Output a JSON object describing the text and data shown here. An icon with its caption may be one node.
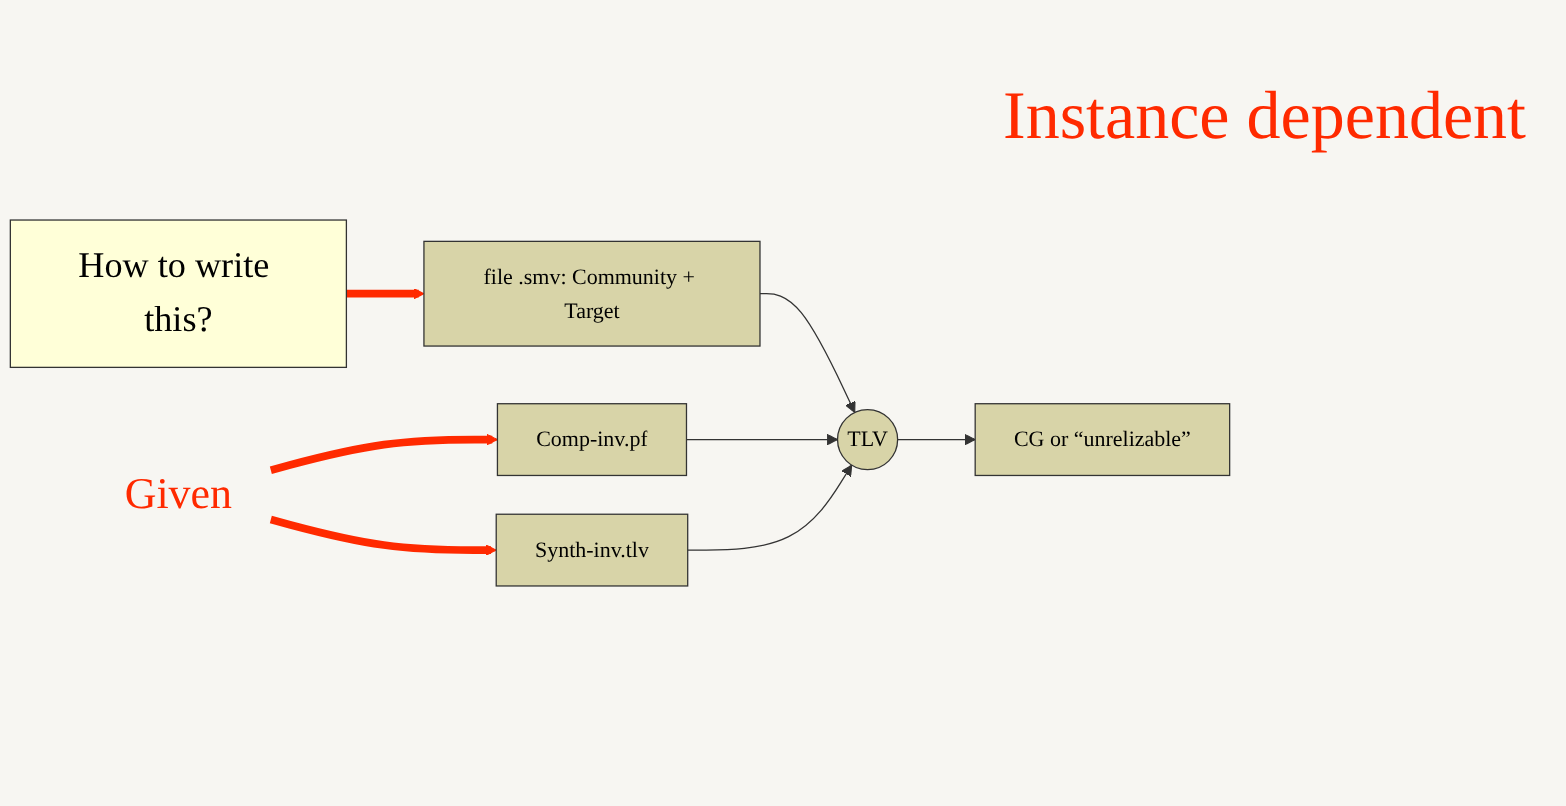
{
  "diagram": {
    "nodes": [
      {
        "text": [
          "file .smv: Community + Target"
        ]
      },
      {
        "text": [
          "Comp-inv.pf"
        ]
      },
      {
        "text": [
          "Synth-inv.tlv"
        ]
      },
      {
        "text": [
          "TLV"
        ]
      },
      {
        "text": [
          "CG or “unrelizable”"
        ]
      },
      {
        "text": [
          "How to write this?"
        ]
      },
      {
        "text": [
          "Given"
        ]
      }
    ],
    "edges": [
      {
        "from": 0,
        "to": 3,
        "arrow": "to"
      },
      {
        "from": 1,
        "to": 3,
        "arrow": "to"
      },
      {
        "from": 2,
        "to": 3,
        "arrow": "to"
      },
      {
        "from": 3,
        "to": 4,
        "arrow": "to"
      },
      {
        "from": 5,
        "to": 0,
        "arrow": "to",
        "style": "thick",
        "color": "#ff2a00"
      },
      {
        "from": 6,
        "to": 1,
        "arrow": "to",
        "style": "thick",
        "color": "#ff2a00"
      },
      {
        "from": 6,
        "to": 2,
        "arrow": "to",
        "style": "thick",
        "color": "#ff2a00"
      }
    ],
    "labels": [
      "Instance dependent"
    ]
  }
}
